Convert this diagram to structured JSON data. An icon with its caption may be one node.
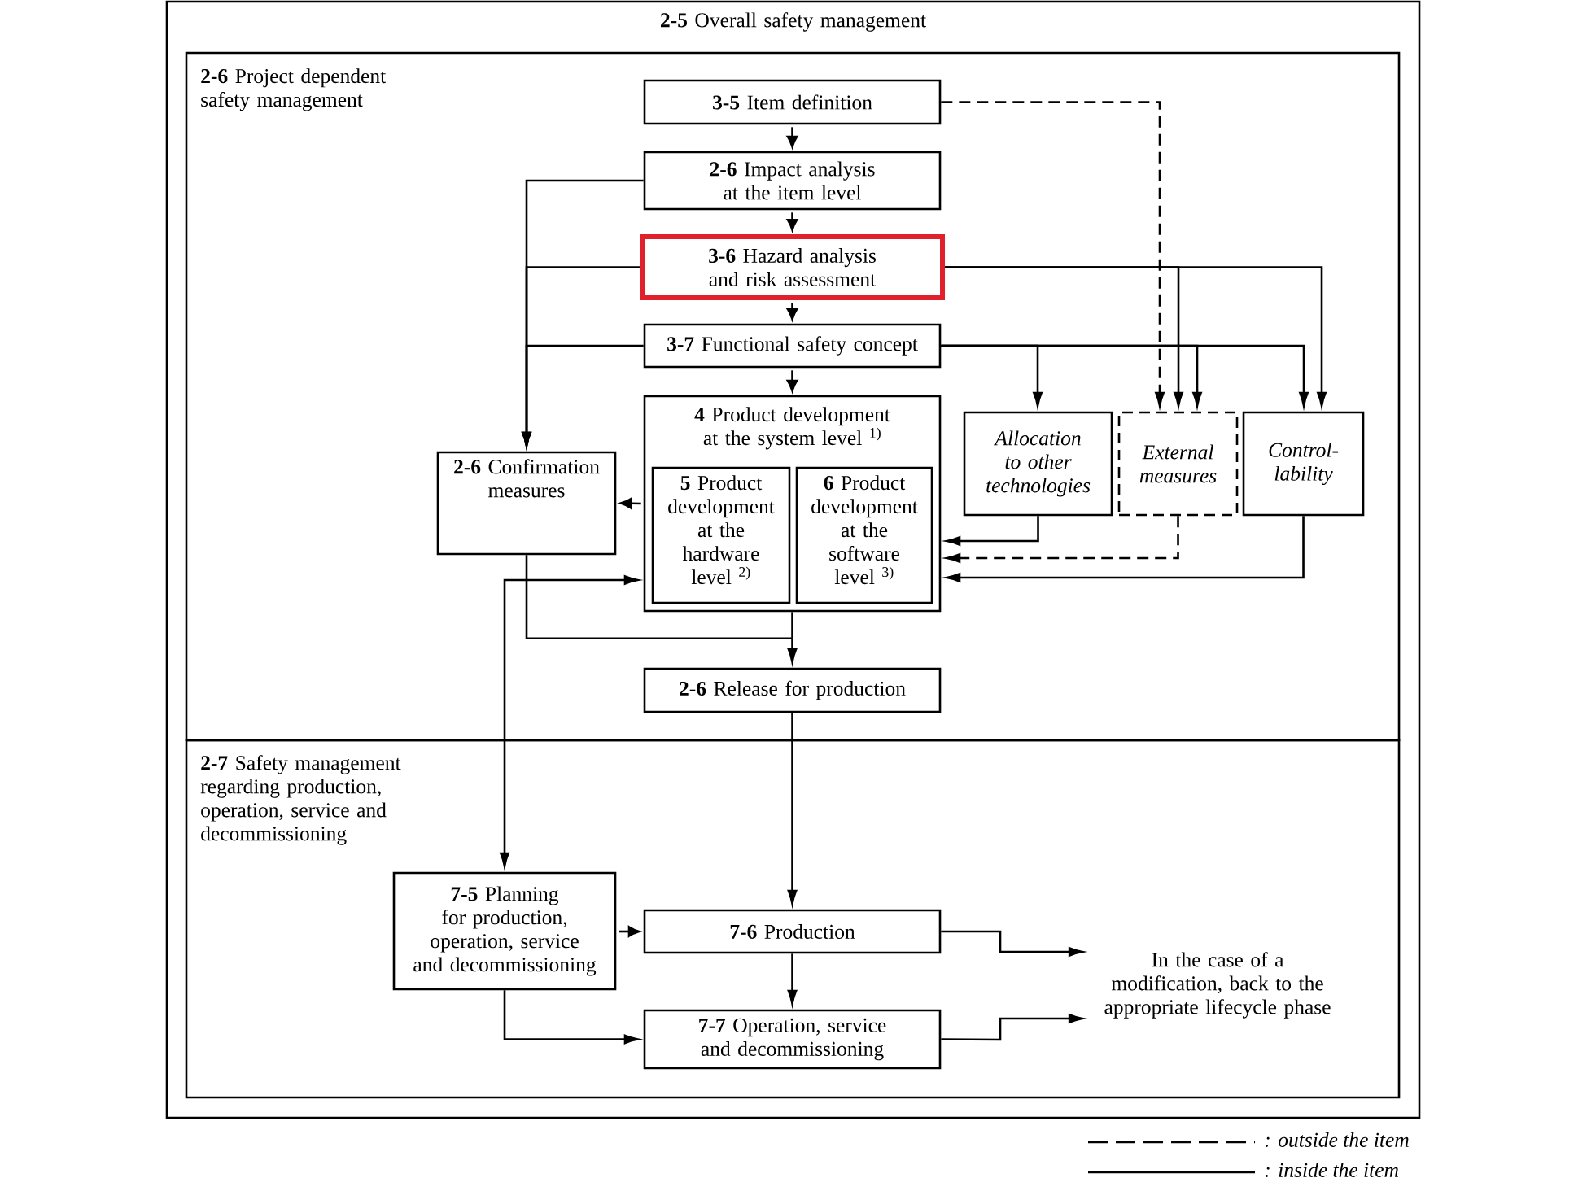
{
  "diagram": {
    "nodes": [
      {
        "text": [
          "**2-5** Overall safety management"
        ]
      },
      {
        "text": [
          "**2-6** Project dependent safety management"
        ],
        "in": 0
      },
      {
        "text": [
          "**2-7** Safety management regarding production, operation, service and decommissioning"
        ],
        "in": 0
      },
      {
        "text": [
          "**3-5** Item definition"
        ],
        "in": 1
      },
      {
        "text": [
          "**2-6** Impact analysis at the item level"
        ],
        "in": 1
      },
      {
        "text": [
          "**3-6** Hazard analysis and risk assessment"
        ],
        "in": 1
      },
      {
        "text": [
          "**3-7** Functional safety concept"
        ],
        "in": 1
      },
      {
        "text": [
          "**4** Product development at the system level $^{1)}$"
        ],
        "in": 1
      },
      {
        "text": [
          "**5** Product development at the hardware level $^{2)}$"
        ],
        "in": 7
      },
      {
        "text": [
          "**6** Product development at the software level $^{3)}$"
        ],
        "in": 7
      },
      {
        "text": [
          "**2-6** Confirmation measures"
        ],
        "in": 1
      },
      {
        "text": [
          "Allocation to other technologies"
        ],
        "in": 1
      },
      {
        "text": [
          "External measures"
        ],
        "in": 1
      },
      {
        "text": [
          "Control-lability"
        ],
        "in": 1
      },
      {
        "text": [
          "**2-6** Release for production"
        ],
        "in": 1
      },
      {
        "text": [
          "**7-5** Planning for production, operation, service and decommissioning"
        ],
        "in": 2
      },
      {
        "text": [
          "**7-6** Production"
        ],
        "in": 2
      },
      {
        "text": [
          "**7-7** Operation, service and decommissioning"
        ],
        "in": 2
      },
      {
        "text": [
          "In the case of a modification, back to the appropriate lifecycle phase"
        ],
        "in": 2
      }
    ],
    "edges": [
      {
        "from": 3,
        "to": 4,
        "arrow": "to"
      },
      {
        "from": 4,
        "to": 5,
        "arrow": "to"
      },
      {
        "from": 5,
        "to": 6,
        "arrow": "to"
      },
      {
        "from": 6,
        "to": 7,
        "arrow": "to"
      },
      {
        "from": 3,
        "to": 12,
        "arrow": "to",
        "style": "dashed"
      },
      {
        "from": 4,
        "to": 10,
        "arrow": "to"
      },
      {
        "from": 5,
        "to": 10,
        "arrow": "to"
      },
      {
        "from": 6,
        "to": 10,
        "arrow": "to"
      },
      {
        "from": 5,
        "to": 12,
        "arrow": "to"
      },
      {
        "from": 5,
        "to": 13,
        "arrow": "to"
      },
      {
        "from": 6,
        "to": 11,
        "arrow": "to"
      },
      {
        "from": 6,
        "to": 12,
        "arrow": "to"
      },
      {
        "from": 6,
        "to": 13,
        "arrow": "to"
      },
      {
        "from": 7,
        "to": 10,
        "arrow": "to"
      },
      {
        "from": 11,
        "to": 7,
        "arrow": "to"
      },
      {
        "from": 12,
        "to": 7,
        "arrow": "to",
        "style": "dashed"
      },
      {
        "from": 13,
        "to": 7,
        "arrow": "to"
      },
      {
        "from": 10,
        "to": 14,
        "arrow": "to"
      },
      {
        "from": 7,
        "to": 14,
        "arrow": "to"
      },
      {
        "from": 14,
        "to": 16,
        "arrow": "to"
      },
      {
        "from": 15,
        "to": 7,
        "arrow": "both"
      },
      {
        "from": 15,
        "to": 16,
        "arrow": "to"
      },
      {
        "from": 15,
        "to": 17,
        "arrow": "to"
      },
      {
        "from": 16,
        "to": 17,
        "arrow": "to"
      },
      {
        "from": 16,
        "to": 18,
        "arrow": "to"
      },
      {
        "from": 17,
        "to": 18,
        "arrow": "to"
      }
    ],
    "legend": [
      {
        "text": ": outside the item"
      },
      {
        "text": ": inside the item"
      }
    ]
  }
}
